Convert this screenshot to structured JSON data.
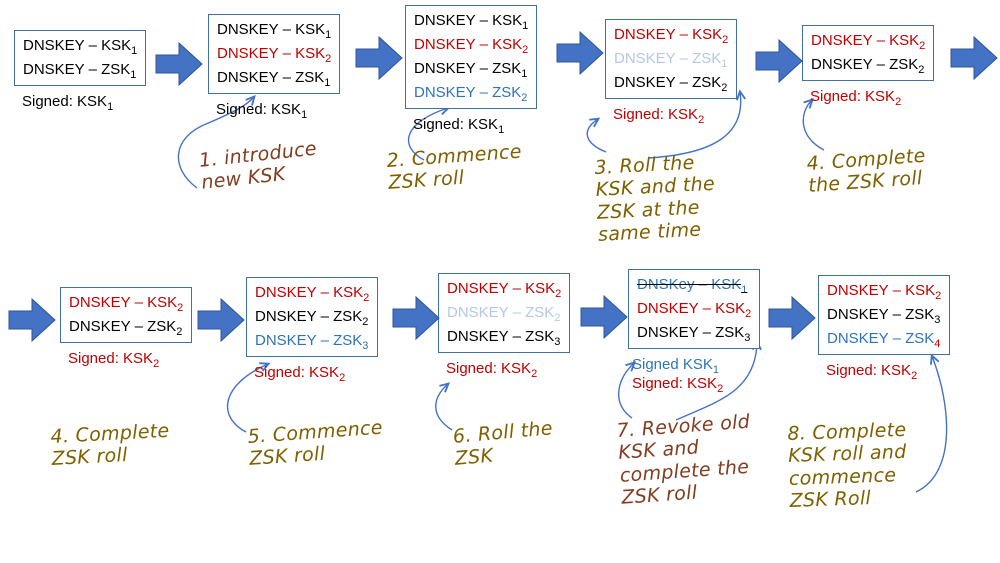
{
  "palette": {
    "black": "#000000",
    "red": "#C00000",
    "blue": "#2E74B5",
    "faded": "#B4C7E7",
    "olive": "#7F6000",
    "brown": "#833C1F",
    "arrowFill": "#4472C4",
    "arrowEdge": "#2F5597",
    "boxBorder": "#41719C",
    "connector": "#4472C4"
  },
  "stages": [
    {
      "lines": [
        {
          "text": "DNSKEY – KSK",
          "sub": "1",
          "color": "#000000",
          "subColor": "#000000"
        },
        {
          "text": "DNSKEY – ZSK",
          "sub": "1",
          "color": "#000000",
          "subColor": "#000000"
        }
      ],
      "signed": [
        {
          "text": "Signed: KSK",
          "sub": "1",
          "color": "#000000"
        }
      ]
    },
    {
      "lines": [
        {
          "text": "DNSKEY – KSK",
          "sub": "1",
          "color": "#000000",
          "subColor": "#000000"
        },
        {
          "text": "DNSKEY – KSK",
          "sub": "2",
          "color": "#C00000",
          "subColor": "#C00000"
        },
        {
          "text": "DNSKEY – ZSK",
          "sub": "1",
          "color": "#000000",
          "subColor": "#000000"
        }
      ],
      "signed": [
        {
          "text": "Signed: KSK",
          "sub": "1",
          "color": "#000000"
        }
      ]
    },
    {
      "lines": [
        {
          "text": "DNSKEY – KSK",
          "sub": "1",
          "color": "#000000",
          "subColor": "#000000"
        },
        {
          "text": "DNSKEY – KSK",
          "sub": "2",
          "color": "#C00000",
          "subColor": "#C00000"
        },
        {
          "text": "DNSKEY – ZSK",
          "sub": "1",
          "color": "#000000",
          "subColor": "#000000"
        },
        {
          "text": "DNSKEY – ZSK",
          "sub": "2",
          "color": "#2E74B5",
          "subColor": "#2E74B5"
        }
      ],
      "signed": [
        {
          "text": "Signed: KSK",
          "sub": "1",
          "color": "#000000"
        }
      ]
    },
    {
      "lines": [
        {
          "text": "DNSKEY – KSK",
          "sub": "2",
          "color": "#C00000",
          "subColor": "#C00000"
        },
        {
          "text": "DNSKEY – ZSK",
          "sub": "1",
          "color": "#B4C7E7",
          "subColor": "#B4C7E7"
        },
        {
          "text": "DNSKEY – ZSK",
          "sub": "2",
          "color": "#000000",
          "subColor": "#000000"
        }
      ],
      "signed": [
        {
          "text": "Signed: KSK",
          "sub": "2",
          "color": "#C00000"
        }
      ]
    },
    {
      "lines": [
        {
          "text": "DNSKEY – KSK",
          "sub": "2",
          "color": "#C00000",
          "subColor": "#C00000"
        },
        {
          "text": "DNSKEY – ZSK",
          "sub": "2",
          "color": "#000000",
          "subColor": "#000000"
        }
      ],
      "signed": [
        {
          "text": "Signed: KSK",
          "sub": "2",
          "color": "#C00000"
        }
      ]
    },
    {
      "lines": [
        {
          "text": "DNSKEY – KSK",
          "sub": "2",
          "color": "#C00000",
          "subColor": "#C00000"
        },
        {
          "text": "DNSKEY – ZSK",
          "sub": "2",
          "color": "#000000",
          "subColor": "#000000"
        }
      ],
      "signed": [
        {
          "text": "Signed: KSK",
          "sub": "2",
          "color": "#C00000"
        }
      ]
    },
    {
      "lines": [
        {
          "text": "DNSKEY – KSK",
          "sub": "2",
          "color": "#C00000",
          "subColor": "#C00000"
        },
        {
          "text": "DNSKEY – ZSK",
          "sub": "2",
          "color": "#000000",
          "subColor": "#000000"
        },
        {
          "text": "DNSKEY – ZSK",
          "sub": "3",
          "color": "#2E74B5",
          "subColor": "#2E74B5"
        }
      ],
      "signed": [
        {
          "text": "Signed: KSK",
          "sub": "2",
          "color": "#C00000"
        }
      ]
    },
    {
      "lines": [
        {
          "text": "DNSKEY – KSK",
          "sub": "2",
          "color": "#C00000",
          "subColor": "#C00000"
        },
        {
          "text": "DNSKEY – ZSK",
          "sub": "2",
          "color": "#B4C7E7",
          "subColor": "#B4C7E7"
        },
        {
          "text": "DNSKEY – ZSK",
          "sub": "3",
          "color": "#000000",
          "subColor": "#000000"
        }
      ],
      "signed": [
        {
          "text": "Signed: KSK",
          "sub": "2",
          "color": "#C00000"
        }
      ]
    },
    {
      "lines": [
        {
          "text": "DNSKey – KSK",
          "sub": "1",
          "color": "#2E74B5",
          "subColor": "#2E74B5"
        },
        {
          "text": "DNSKEY – KSK",
          "sub": "2",
          "color": "#C00000",
          "subColor": "#C00000"
        },
        {
          "text": "DNSKEY – ZSK",
          "sub": "3",
          "color": "#000000",
          "subColor": "#000000"
        }
      ],
      "signed": [
        {
          "text": "Signed KSK",
          "sub": "1",
          "color": "#2E74B5"
        },
        {
          "text": "Signed: KSK",
          "sub": "2",
          "color": "#C00000"
        }
      ]
    },
    {
      "lines": [
        {
          "text": "DNSKEY – KSK",
          "sub": "2",
          "color": "#C00000",
          "subColor": "#C00000"
        },
        {
          "text": "DNSKEY – ZSK",
          "sub": "3",
          "color": "#000000",
          "subColor": "#000000"
        },
        {
          "text": "DNSKEY – ZSK",
          "sub": "4",
          "color": "#2E74B5",
          "subColor": "#C00000"
        }
      ],
      "signed": [
        {
          "text": "Signed: KSK",
          "sub": "2",
          "color": "#C00000"
        }
      ]
    }
  ],
  "annotations": [
    {
      "text": "1. introduce\nnew KSK",
      "color": "#833C1F"
    },
    {
      "text": "2. Commence\nZSK roll",
      "color": "#7F6000"
    },
    {
      "text": "3. Roll the\nKSK and the\nZSK at the\nsame time",
      "color": "#7F6000"
    },
    {
      "text": "4. Complete\nthe ZSK roll",
      "color": "#7F6000"
    },
    {
      "text": "4. Complete\nZSK roll",
      "color": "#7F6000"
    },
    {
      "text": "5. Commence\nZSK roll",
      "color": "#7F6000"
    },
    {
      "text": "6. Roll the\nZSK",
      "color": "#7F6000"
    },
    {
      "text": "7. Revoke old\nKSK and\ncomplete the\nZSK roll",
      "color": "#833C1F"
    },
    {
      "text": "8. Complete\nKSK roll and\ncommence\nZSK Roll",
      "color": "#7F6000"
    }
  ]
}
